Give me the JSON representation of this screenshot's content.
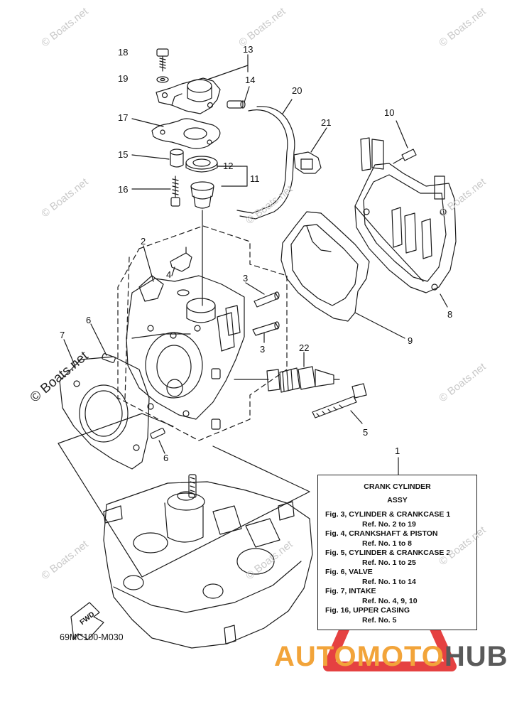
{
  "diagram": {
    "callouts": [
      "18",
      "13",
      "19",
      "14",
      "20",
      "17",
      "10",
      "21",
      "15",
      "12",
      "11",
      "16",
      "2",
      "4",
      "3",
      "8",
      "6",
      "7",
      "3",
      "9",
      "22",
      "5",
      "6",
      "1"
    ],
    "reference_box": {
      "title": "CRANK CYLINDER",
      "subtitle": "ASSY",
      "lines": [
        "Fig. 3, CYLINDER & CRANKCASE 1",
        "Ref. No. 2 to 19",
        "Fig. 4, CRANKSHAFT & PISTON",
        "Ref. No. 1 to 8",
        "Fig. 5, CYLINDER & CRANKCASE 2",
        "Ref. No. 1 to 25",
        "Fig. 6, VALVE",
        "Ref. No. 1 to 14",
        "Fig. 7, INTAKE",
        "Ref. No. 4, 9, 10",
        "Fig. 16, UPPER CASING",
        "Ref. No. 5"
      ]
    },
    "fwd_label": "FWD",
    "drawing_code": "69MC100-M030"
  },
  "watermarks": {
    "site": "© Boats.net",
    "site_large": "© Boats.net",
    "brand_part1": "AUTOMOTO",
    "brand_part2": "HUB"
  },
  "colors": {
    "line": "#1a1a1a",
    "watermark_gray": "#c9c9c9",
    "brand_orange": "#f2a43a",
    "brand_gray": "#5a5a5a",
    "logo_red": "#e02020"
  }
}
